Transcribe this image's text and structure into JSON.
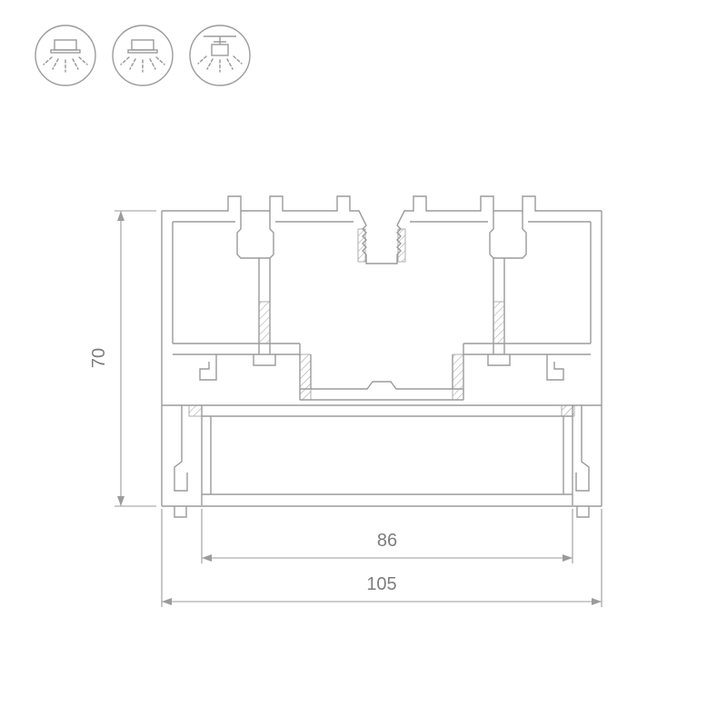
{
  "page": {
    "background": "#ffffff",
    "title": "LED profile cross-section drawing"
  },
  "drawing": {
    "line_color": "#9b9b9b",
    "text_color": "#7d7d7d",
    "profile_name": "aluminum-profile-cross-section",
    "dimensions": {
      "height": {
        "value": "70"
      },
      "inner_width": {
        "value": "86"
      },
      "overall_width": {
        "value": "105"
      }
    }
  },
  "icons": [
    {
      "name": "surface-mount-icon"
    },
    {
      "name": "surface-mount-alt-icon"
    },
    {
      "name": "pendant-mount-icon"
    }
  ]
}
